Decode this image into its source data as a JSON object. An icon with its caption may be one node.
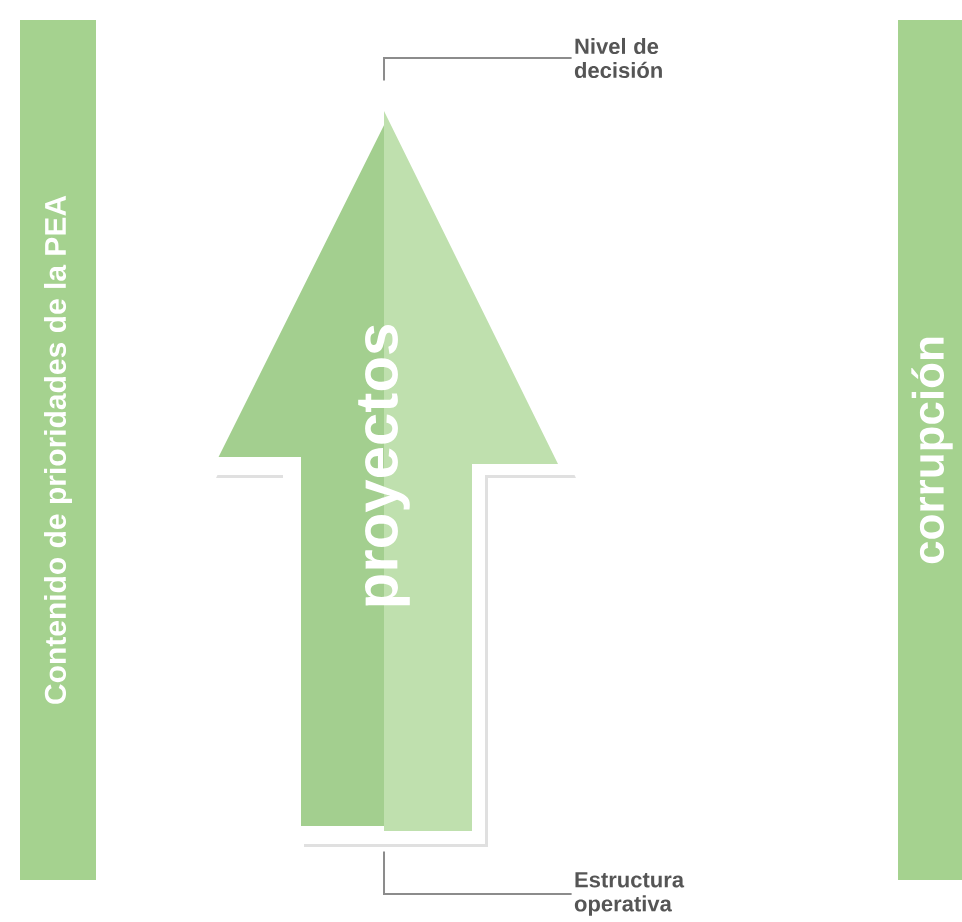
{
  "diagram": {
    "nodes": [
      {
        "text": [
          "Contenido de prioridades de la PEA"
        ]
      },
      {
        "text": [
          "proyectos"
        ]
      },
      {
        "text": [
          "corrupción"
        ]
      },
      {
        "text": [
          "Nivel de decisión"
        ]
      },
      {
        "text": [
          "Estructura operativa"
        ]
      }
    ],
    "edges": [
      {
        "from": 3,
        "to": 1,
        "arrow": "none"
      },
      {
        "from": 4,
        "to": 1,
        "arrow": "none"
      }
    ]
  }
}
